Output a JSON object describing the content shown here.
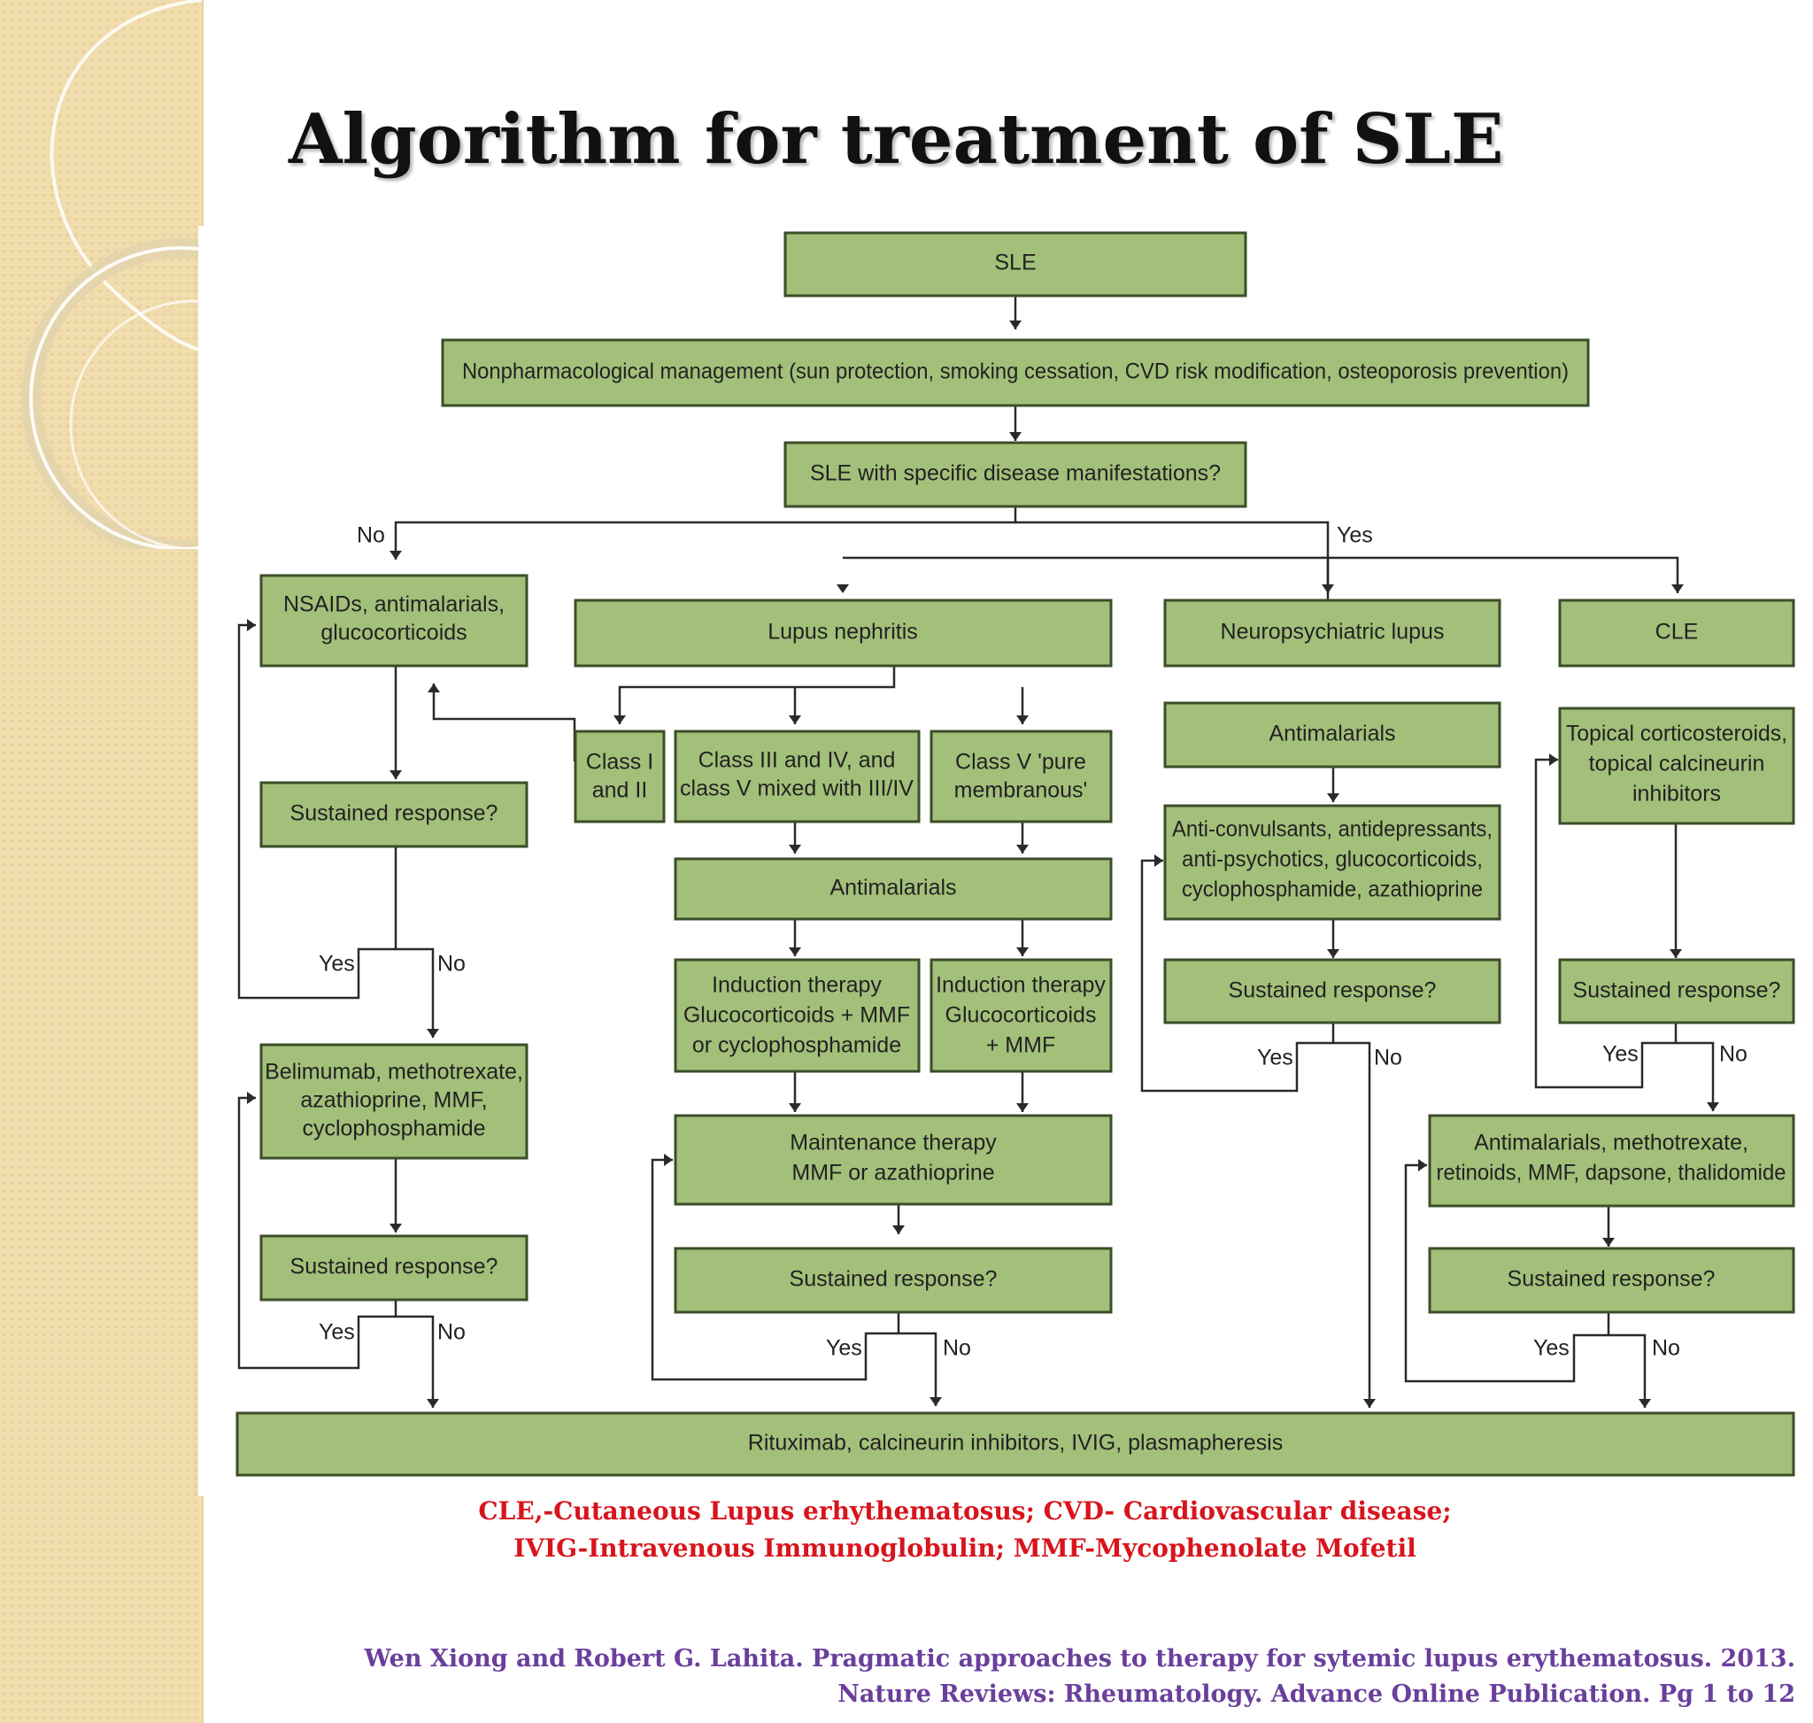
{
  "title": "Algorithm for treatment of SLE",
  "colors": {
    "box_fill": "#a3c07a",
    "box_border": "#3b4e28",
    "abbrev_text": "#d8141c",
    "citation_text": "#6a3f9c",
    "sidebar": "#f0dcac"
  },
  "nodes": {
    "sle": "SLE",
    "nonpharm": "Nonpharmacological management (sun protection, smoking cessation, CVD risk modification, osteoporosis prevention)",
    "specific": "SLE with specific disease manifestations?",
    "nsaids": [
      "NSAIDs, antimalarials,",
      "glucocorticoids"
    ],
    "sr_left1": "Sustained response?",
    "belimumab": [
      "Belimumab, methotrexate,",
      "azathioprine, MMF,",
      "cyclophosphamide"
    ],
    "sr_left2": "Sustained response?",
    "lupus_nephritis": "Lupus nephritis",
    "class12": [
      "Class I",
      "and II"
    ],
    "class34": [
      "Class III and IV, and",
      "class V mixed with III/IV"
    ],
    "class5": [
      "Class V 'pure",
      "membranous'"
    ],
    "ln_antimalarials": "Antimalarials",
    "induction1": [
      "Induction therapy",
      "Glucocorticoids + MMF",
      "or cyclophosphamide"
    ],
    "induction2": [
      "Induction therapy",
      "Glucocorticoids",
      "+ MMF"
    ],
    "maintenance": [
      "Maintenance therapy",
      "MMF or azathioprine"
    ],
    "sr_ln": "Sustained response?",
    "neuro": "Neuropsychiatric lupus",
    "np_antimalarials": "Antimalarials",
    "np_meds": [
      "Anti-convulsants, antidepressants,",
      "anti-psychotics, glucocorticoids,",
      "cyclophosphamide, azathioprine"
    ],
    "sr_np": "Sustained response?",
    "cle": "CLE",
    "topical": [
      "Topical corticosteroids,",
      "topical calcineurin",
      "inhibitors"
    ],
    "sr_cle1": "Sustained response?",
    "cle_meds": [
      "Antimalarials, methotrexate,",
      "retinoids, MMF, dapsone, thalidomide"
    ],
    "sr_cle2": "Sustained response?",
    "rituximab": "Rituximab, calcineurin inhibitors, IVIG, plasmapheresis"
  },
  "branch_labels": {
    "no_top": "No",
    "yes_top": "Yes",
    "yes_l1": "Yes",
    "no_l1": "No",
    "yes_l2": "Yes",
    "no_l2": "No",
    "yes_ln": "Yes",
    "no_ln": "No",
    "yes_np": "Yes",
    "no_np": "No",
    "yes_cle1": "Yes",
    "no_cle1": "No",
    "yes_cle2": "Yes",
    "no_cle2": "No"
  },
  "abbreviations": [
    "CLE,-Cutaneous Lupus erhythematosus; CVD- Cardiovascular disease;",
    "IVIG-Intravenous Immunoglobulin; MMF-Mycophenolate Mofetil"
  ],
  "citation": [
    "Wen Xiong and Robert G. Lahita. Pragmatic approaches to therapy for sytemic lupus erythematosus. 2013.",
    "Nature Reviews: Rheumatology. Advance Online Publication. Pg 1 to 12"
  ]
}
